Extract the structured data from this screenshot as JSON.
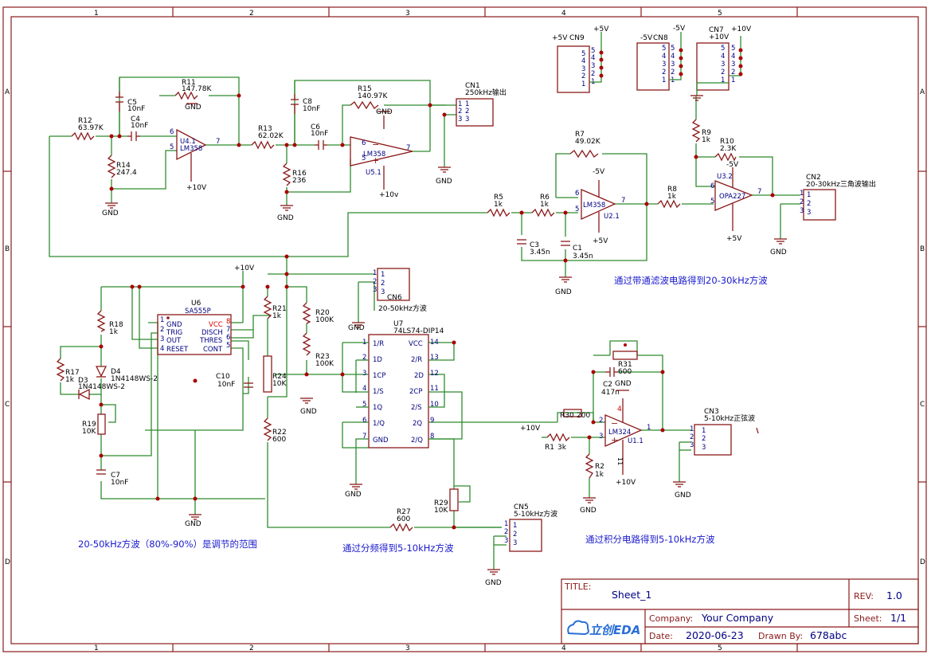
{
  "frame": {
    "cols": [
      "1",
      "2",
      "3",
      "4",
      "5"
    ],
    "rows": [
      "A",
      "B",
      "C",
      "D"
    ]
  },
  "title_block": {
    "title_label": "TITLE:",
    "title": "Sheet_1",
    "rev_label": "REV:",
    "rev": "1.0",
    "company_label": "Company:",
    "company": "Your Company",
    "sheet_label": "Sheet:",
    "sheet": "1/1",
    "date_label": "Date:",
    "date": "2020-06-23",
    "drawn_label": "Drawn By:",
    "drawn": "678abc",
    "logo": "立创EDA"
  },
  "annotations": {
    "bandpass": "通过带通滤波电路得到20-30kHz方波",
    "duty": "20-50kHz方波（80%-90%）是调节的范围",
    "divider": "通过分频得到5-10kHz方波",
    "integrator": "通过积分电路得到5-10kHz方波"
  },
  "components": {
    "R11": [
      "R11",
      "147.78K"
    ],
    "R12": [
      "R12",
      "63.97K"
    ],
    "R14": [
      "R14",
      "247.4"
    ],
    "R13": [
      "R13",
      "62.02K"
    ],
    "R16": [
      "R16",
      "236"
    ],
    "R15": [
      "R15",
      "140.97K"
    ],
    "C5": [
      "C5",
      "10nF"
    ],
    "C4": [
      "C4",
      "10nF"
    ],
    "C8": [
      "C8",
      "10nF"
    ],
    "C6": [
      "C6",
      "10nF"
    ],
    "U4": [
      "U4.1",
      "LM358"
    ],
    "U5": [
      "LM358",
      "U5.1"
    ],
    "R5": [
      "R5",
      "1k"
    ],
    "R6": [
      "R6",
      "1k"
    ],
    "R7": [
      "R7",
      "49.02K"
    ],
    "R8": [
      "R8",
      "1k"
    ],
    "C3": [
      "C3",
      "3.45n"
    ],
    "C1": [
      "C1",
      "3.45n"
    ],
    "U2": [
      "LM358",
      "U2.1"
    ],
    "R9": [
      "R9",
      "1k"
    ],
    "R10": [
      "R10",
      "2.3K"
    ],
    "U3": [
      "U3.2",
      "OPA227"
    ],
    "R18": [
      "R18",
      "1k"
    ],
    "R17": [
      "R17",
      "1k"
    ],
    "D4": [
      "D4",
      "1N4148WS-2"
    ],
    "D3": [
      "D3",
      "1N4148WS-2"
    ],
    "R19": [
      "R19",
      "10K"
    ],
    "C7": [
      "C7",
      "10nF"
    ],
    "U6": [
      "U6",
      "SA555P"
    ],
    "R21": [
      "R21",
      "1k"
    ],
    "R24": [
      "R24",
      "10K"
    ],
    "R22": [
      "R22",
      "600"
    ],
    "C10": [
      "C10",
      "10nF"
    ],
    "R20": [
      "R20",
      "100K"
    ],
    "R23": [
      "R23",
      "100K"
    ],
    "U7": [
      "U7",
      "74LS74-DIP14"
    ],
    "R27": [
      "R27",
      "600"
    ],
    "R29": [
      "R29",
      "10K"
    ],
    "R30": [
      "R30",
      "200"
    ],
    "R31": [
      "R31",
      "600"
    ],
    "C2": [
      "C2",
      "417n"
    ],
    "R1": [
      "R1",
      "3k"
    ],
    "R2": [
      "R2",
      "1k"
    ],
    "U1": [
      "LM324",
      "U1.1"
    ]
  },
  "u6_pins": {
    "left": [
      [
        "1",
        "GND"
      ],
      [
        "2",
        "TRIG"
      ],
      [
        "3",
        "OUT"
      ],
      [
        "4",
        "RESET"
      ]
    ],
    "right": [
      [
        "8",
        "VCC"
      ],
      [
        "7",
        "DISCH"
      ],
      [
        "6",
        "THRES"
      ],
      [
        "5",
        "CONT"
      ]
    ]
  },
  "u7_pins": {
    "left": [
      [
        "1",
        "1/R"
      ],
      [
        "2",
        "1D"
      ],
      [
        "3",
        "1CP"
      ],
      [
        "4",
        "1/S"
      ],
      [
        "5",
        "1Q"
      ],
      [
        "6",
        "1/Q"
      ],
      [
        "7",
        "GND"
      ]
    ],
    "right": [
      [
        "14",
        "VCC"
      ],
      [
        "13",
        "2/R"
      ],
      [
        "12",
        "2D"
      ],
      [
        "11",
        "2CP"
      ],
      [
        "10",
        "2/S"
      ],
      [
        "9",
        "2Q"
      ],
      [
        "8",
        "2/Q"
      ]
    ]
  },
  "connectors": {
    "CN1": [
      "CN1",
      "250kHz输出"
    ],
    "CN2": [
      "CN2",
      "20-30kHz三角波输出"
    ],
    "CN3": [
      "CN3",
      "5-10kHz正弦波"
    ],
    "CN5": [
      "CN5",
      "5-10kHz方波"
    ],
    "CN6": [
      "CN6",
      "20-50kHz方波"
    ],
    "CN7": [
      "CN7",
      "+10V"
    ],
    "CN8": [
      "CN8",
      "-5V"
    ],
    "CN9": [
      "CN9",
      "+5V"
    ]
  },
  "power": {
    "gnd": "GND",
    "p10": "+10V",
    "p10b": "+10v",
    "p5": "+5V",
    "m5": "-5V"
  }
}
